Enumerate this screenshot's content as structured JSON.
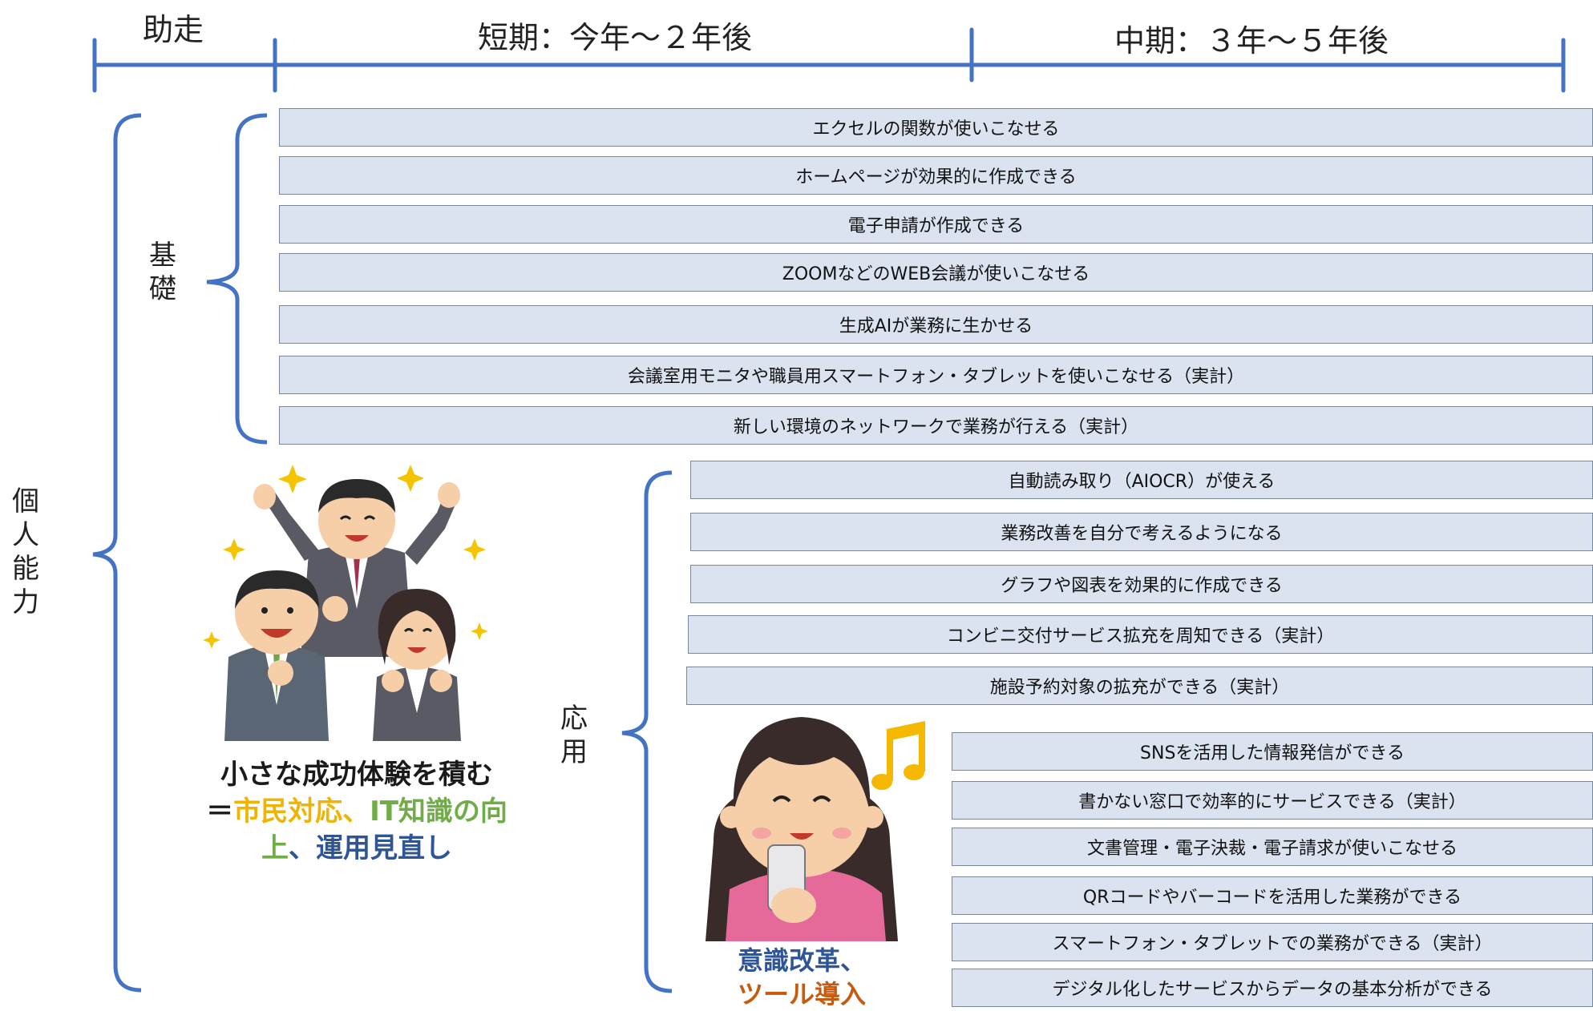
{
  "colors": {
    "bracket": "#4472c4",
    "bar_fill": "#dbe3f1",
    "bar_border": "#7a8798",
    "accent_yellow": "#f0b400",
    "accent_green": "#70ad47",
    "accent_blue": "#2f5597",
    "accent_orange": "#c55a11"
  },
  "timeline": {
    "phases": [
      "助走",
      "短期：今年～２年後",
      "中期：３年～５年後"
    ]
  },
  "labels": {
    "individual": [
      "個",
      "人",
      "能",
      "力"
    ],
    "basic": [
      "基",
      "礎"
    ],
    "applied": [
      "応",
      "用"
    ]
  },
  "basic_items": [
    "エクセルの関数が使いこなせる",
    "ホームページが効果的に作成できる",
    "電子申請が作成できる",
    "ZOOMなどのWEB会議が使いこなせる",
    "生成AIが業務に生かせる",
    "会議室用モニタや職員用スマートフォン・タブレットを使いこなせる（実計）",
    "新しい環境のネットワークで業務が行える（実計）"
  ],
  "applied_items_a": [
    "自動読み取り（AIOCR）が使える",
    "業務改善を自分で考えるようになる",
    "グラフや図表を効果的に作成できる",
    "コンビニ交付サービス拡充を周知できる（実計）",
    "施設予約対象の拡充ができる（実計）"
  ],
  "applied_items_b": [
    "SNSを活用した情報発信ができる",
    "書かない窓口で効率的にサービスできる（実計）",
    "文書管理・電子決裁・電子請求が使いこなせる",
    "QRコードやバーコードを活用した業務ができる",
    "スマートフォン・タブレットでの業務ができる（実計）",
    "デジタル化したサービスからデータの基本分析ができる"
  ],
  "callout_success": {
    "line1": "小さな成功体験を積む",
    "prefix": "＝",
    "part_yellow": "市民対応、",
    "part_green1": "IT知識の向",
    "part_green2": "上",
    "part_blue": "、運用見直し"
  },
  "callout_reform": {
    "line1": "意識改革、",
    "line2": "ツール導入"
  }
}
